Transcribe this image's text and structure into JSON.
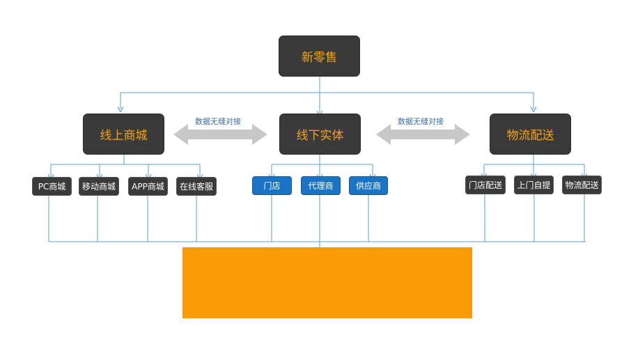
{
  "top": {
    "label": "新零售"
  },
  "branches": {
    "online": {
      "label": "线上商城",
      "items": [
        "PC商城",
        "移动商城",
        "APP商城",
        "在线客服"
      ]
    },
    "offline": {
      "label": "线下实体",
      "items": [
        "门店",
        "代理商",
        "供应商"
      ]
    },
    "logistics": {
      "label": "物流配送",
      "items": [
        "门店配送",
        "上门自提",
        "物流配送"
      ]
    }
  },
  "connectors": {
    "left": "数据无缝对接",
    "right": "数据无缝对接"
  },
  "colors": {
    "dark_box": "#3a3a3a",
    "gold_text": "#f5a418",
    "blue_box": "#1a73c4",
    "line": "#5a9fd4",
    "arrow": "#c8c8c8",
    "orange_block": "#f99a06"
  }
}
